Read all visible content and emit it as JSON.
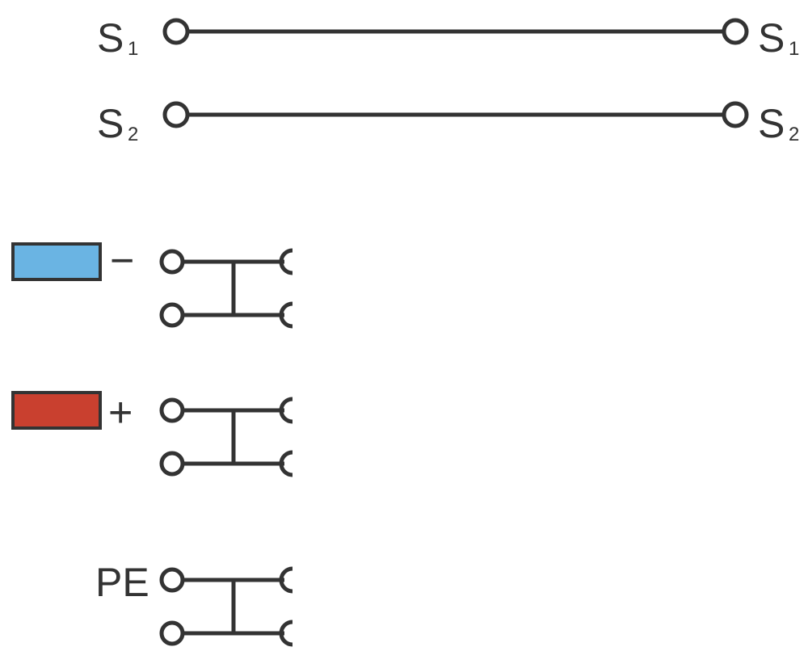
{
  "colors": {
    "line": "#333333",
    "negative_fill": "#6ab4e3",
    "positive_fill": "#c9402f",
    "background": "#ffffff"
  },
  "sensor_lines": [
    {
      "left_label": "S",
      "left_sub": "1",
      "right_label": "S",
      "right_sub": "1"
    },
    {
      "left_label": "S",
      "left_sub": "2",
      "right_label": "S",
      "right_sub": "2"
    }
  ],
  "potential_groups": [
    {
      "symbol": "−",
      "color_key": "negative_fill"
    },
    {
      "symbol": "+",
      "color_key": "positive_fill"
    },
    {
      "label": "PE"
    }
  ]
}
